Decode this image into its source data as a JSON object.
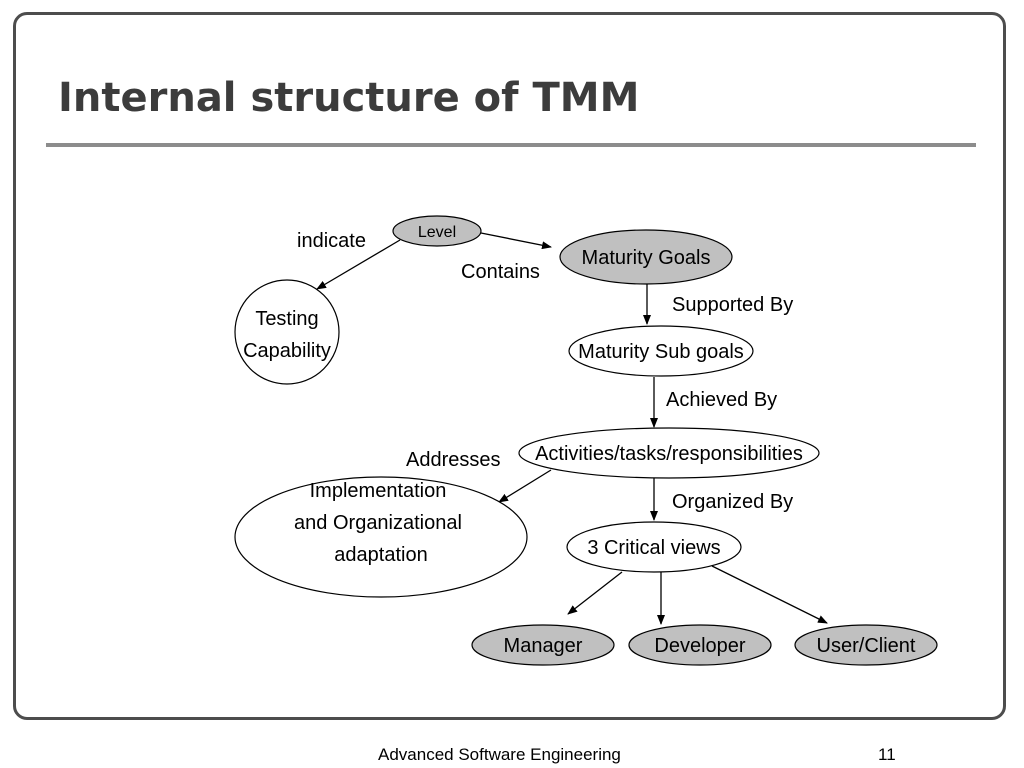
{
  "slide": {
    "title": "Internal structure of TMM",
    "footer": "Advanced Software Engineering",
    "page_number": "11"
  },
  "diagram": {
    "nodes": {
      "level": "Level",
      "maturity_goals": "Maturity Goals",
      "testing_capability": [
        "Testing",
        "Capability"
      ],
      "maturity_sub_goals": "Maturity Sub goals",
      "activities": "Activities/tasks/responsibilities",
      "implementation": [
        "Implementation",
        "and Organizational",
        "adaptation"
      ],
      "critical_views": "3 Critical views",
      "manager": "Manager",
      "developer": "Developer",
      "user_client": "User/Client"
    },
    "edge_labels": {
      "indicate": "indicate",
      "contains": "Contains",
      "supported_by": "Supported By",
      "achieved_by": "Achieved By",
      "addresses": "Addresses",
      "organized_by": "Organized By"
    }
  },
  "colors": {
    "shaded_node_fill": "#c0c0c0",
    "plain_node_fill": "#ffffff",
    "frame_border": "#4d4d4d",
    "title_text": "#3c3c3c",
    "title_rule": "#8c8c8c"
  }
}
